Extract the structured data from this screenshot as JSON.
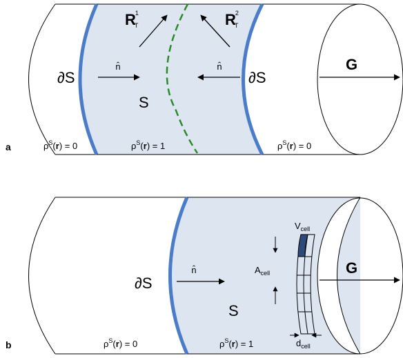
{
  "panel_a": {
    "letter": "a",
    "boundary_left": "∂S",
    "boundary_right": "∂S",
    "normal_left": "n̂",
    "normal_right": "n̂",
    "region": "S",
    "vector_g": "G",
    "rt1_main": "R",
    "rt1_sub": "T",
    "rt1_sup": "1",
    "rt2_main": "R",
    "rt2_sub": "T",
    "rt2_sup": "2",
    "rho_left": {
      "rho": "ρ",
      "sup": "S",
      "arg_open": "(",
      "arg": "r",
      "arg_close": ") = 0"
    },
    "rho_mid": {
      "rho": "ρ",
      "sup": "S",
      "arg_open": "(",
      "arg": "r",
      "arg_close": ") = 1"
    },
    "rho_right": {
      "rho": "ρ",
      "sup": "S",
      "arg_open": "(",
      "arg": "r",
      "arg_close": ") = 0"
    }
  },
  "panel_b": {
    "letter": "b",
    "boundary": "∂S",
    "normal": "n̂",
    "region": "S",
    "vector_g": "G",
    "v_cell_main": "V",
    "v_cell_sub": "cell",
    "a_cell_main": "A",
    "a_cell_sub": "cell",
    "d_cell_main": "d",
    "d_cell_sub": "cell",
    "rho_left": {
      "rho": "ρ",
      "sup": "S",
      "arg_open": "(",
      "arg": "r",
      "arg_close": ") = 0"
    },
    "rho_mid": {
      "rho": "ρ",
      "sup": "S",
      "arg_open": "(",
      "arg": "r",
      "arg_close": ") = 1"
    }
  },
  "colors": {
    "blue_boundary": "#4a7cc9",
    "fill": "#dde5f1",
    "green_dashed": "#2a8a2a",
    "dark_cell": "#2d4a7a"
  }
}
